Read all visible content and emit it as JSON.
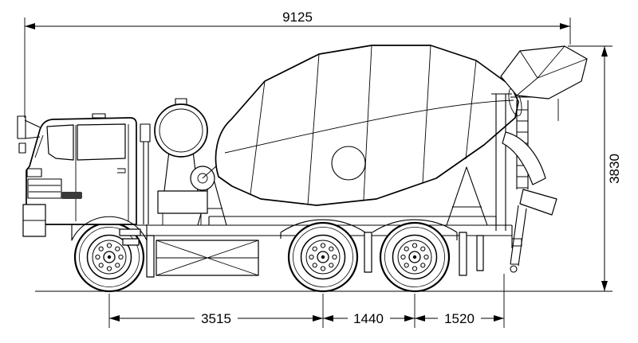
{
  "drawing": {
    "vehicle": "concrete-mixer-truck",
    "view": "side-elevation"
  },
  "dims": {
    "overall_length": "9125",
    "overall_height": "3830",
    "wheelbase": "3515",
    "bogie_spacing": "1440",
    "rear_overhang": "1520"
  },
  "colors": {
    "line": "#000000",
    "background": "#ffffff"
  }
}
